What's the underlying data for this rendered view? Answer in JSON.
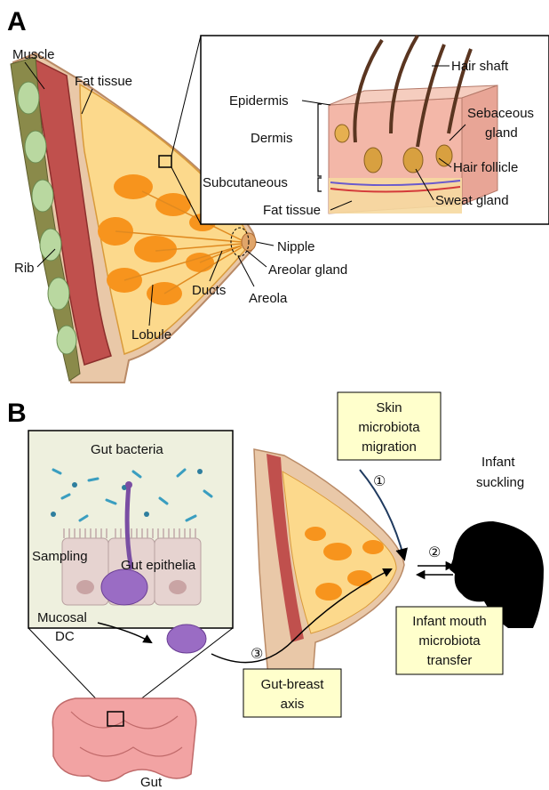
{
  "panel_a": {
    "label": "A",
    "labels": {
      "muscle": "Muscle",
      "fat_tissue": "Fat tissue",
      "rib": "Rib",
      "lobule": "Lobule",
      "ducts": "Ducts",
      "nipple": "Nipple",
      "areolar_gland": "Areolar gland",
      "areola": "Areola"
    },
    "skin_inset": {
      "epidermis": "Epidermis",
      "dermis": "Dermis",
      "subcutaneous": "Subcutaneous",
      "fat_tissue": "Fat tissue",
      "hair_shaft": "Hair shaft",
      "sebaceous_line1": "Sebaceous",
      "sebaceous_line2": "gland",
      "hair_follicle": "Hair follicle",
      "sweat_gland": "Sweat gland"
    }
  },
  "panel_b": {
    "label": "B",
    "gut_inset": {
      "gut_bacteria": "Gut bacteria",
      "sampling": "Sampling",
      "gut_epithelia": "Gut epithelia",
      "mucosal_line1": "Mucosal",
      "mucosal_line2": "DC"
    },
    "gut": "Gut",
    "skin_box": [
      "Skin",
      "microbiota",
      "migration"
    ],
    "infant_label": [
      "Infant",
      "suckling"
    ],
    "mouth_box": [
      "Infant mouth",
      "microbiota",
      "transfer"
    ],
    "axis_box": [
      "Gut-breast",
      "axis"
    ],
    "step_markers": [
      "①",
      "②",
      "③"
    ]
  },
  "colors": {
    "box_fill": "#ffffcc",
    "inset_fill": "#eef0de",
    "lobule_orange": "#f7941d",
    "breast_tissue": "#fcd98c",
    "muscle_red": "#c0504d",
    "skin": "#e9c8a8"
  }
}
